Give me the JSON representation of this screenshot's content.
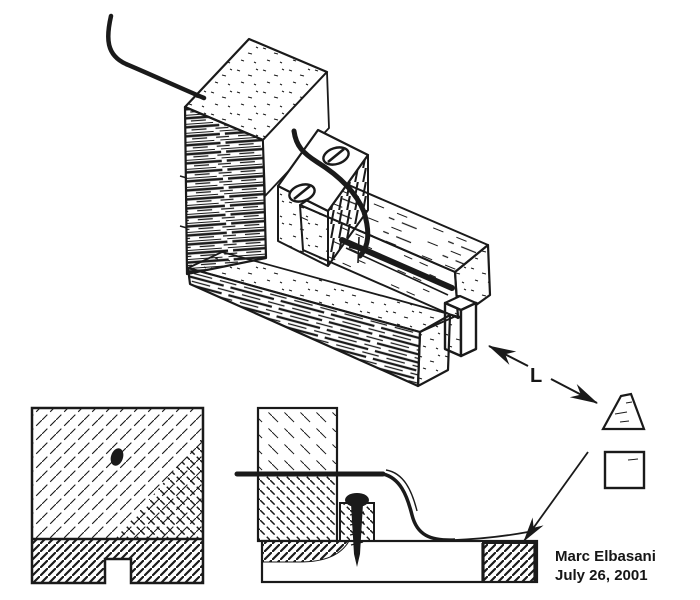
{
  "figure": {
    "kind": "hand-drawn mechanical sketch",
    "colors": {
      "ink": "#1a1a1a",
      "paper": "#ffffff"
    },
    "labels": {
      "length_label": "L"
    },
    "signature": {
      "name": "Marc Elbasani",
      "date": "July 26, 2001"
    }
  }
}
